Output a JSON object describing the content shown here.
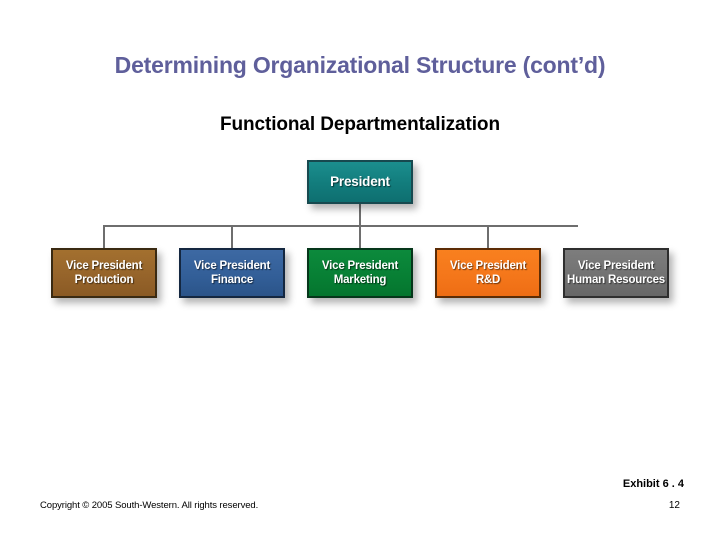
{
  "slide": {
    "title": "Determining Organizational Structure (cont’d)",
    "title_color": "#5f5f9b",
    "background": "#ffffff"
  },
  "chart_subtitle": "Functional Departmentalization",
  "org_chart": {
    "root": {
      "label": "President",
      "color": "#127c7c"
    },
    "children": [
      {
        "line1": "Vice President",
        "line2": "Production",
        "color": "#95632a"
      },
      {
        "line1": "Vice President",
        "line2": "Finance",
        "color": "#325e97"
      },
      {
        "line1": "Vice President",
        "line2": "Marketing",
        "color": "#077f34"
      },
      {
        "line1": "Vice President",
        "line2": "R&D",
        "color": "#f4761a"
      },
      {
        "line1": "Vice President",
        "line2": "Human Resources",
        "color": "#717171"
      }
    ],
    "connector_color": "#6e6e6e"
  },
  "footer": {
    "exhibit": "Exhibit 6 . 4",
    "copyright": "Copyright © 2005 South-Western. All rights reserved.",
    "page_number": "12"
  }
}
